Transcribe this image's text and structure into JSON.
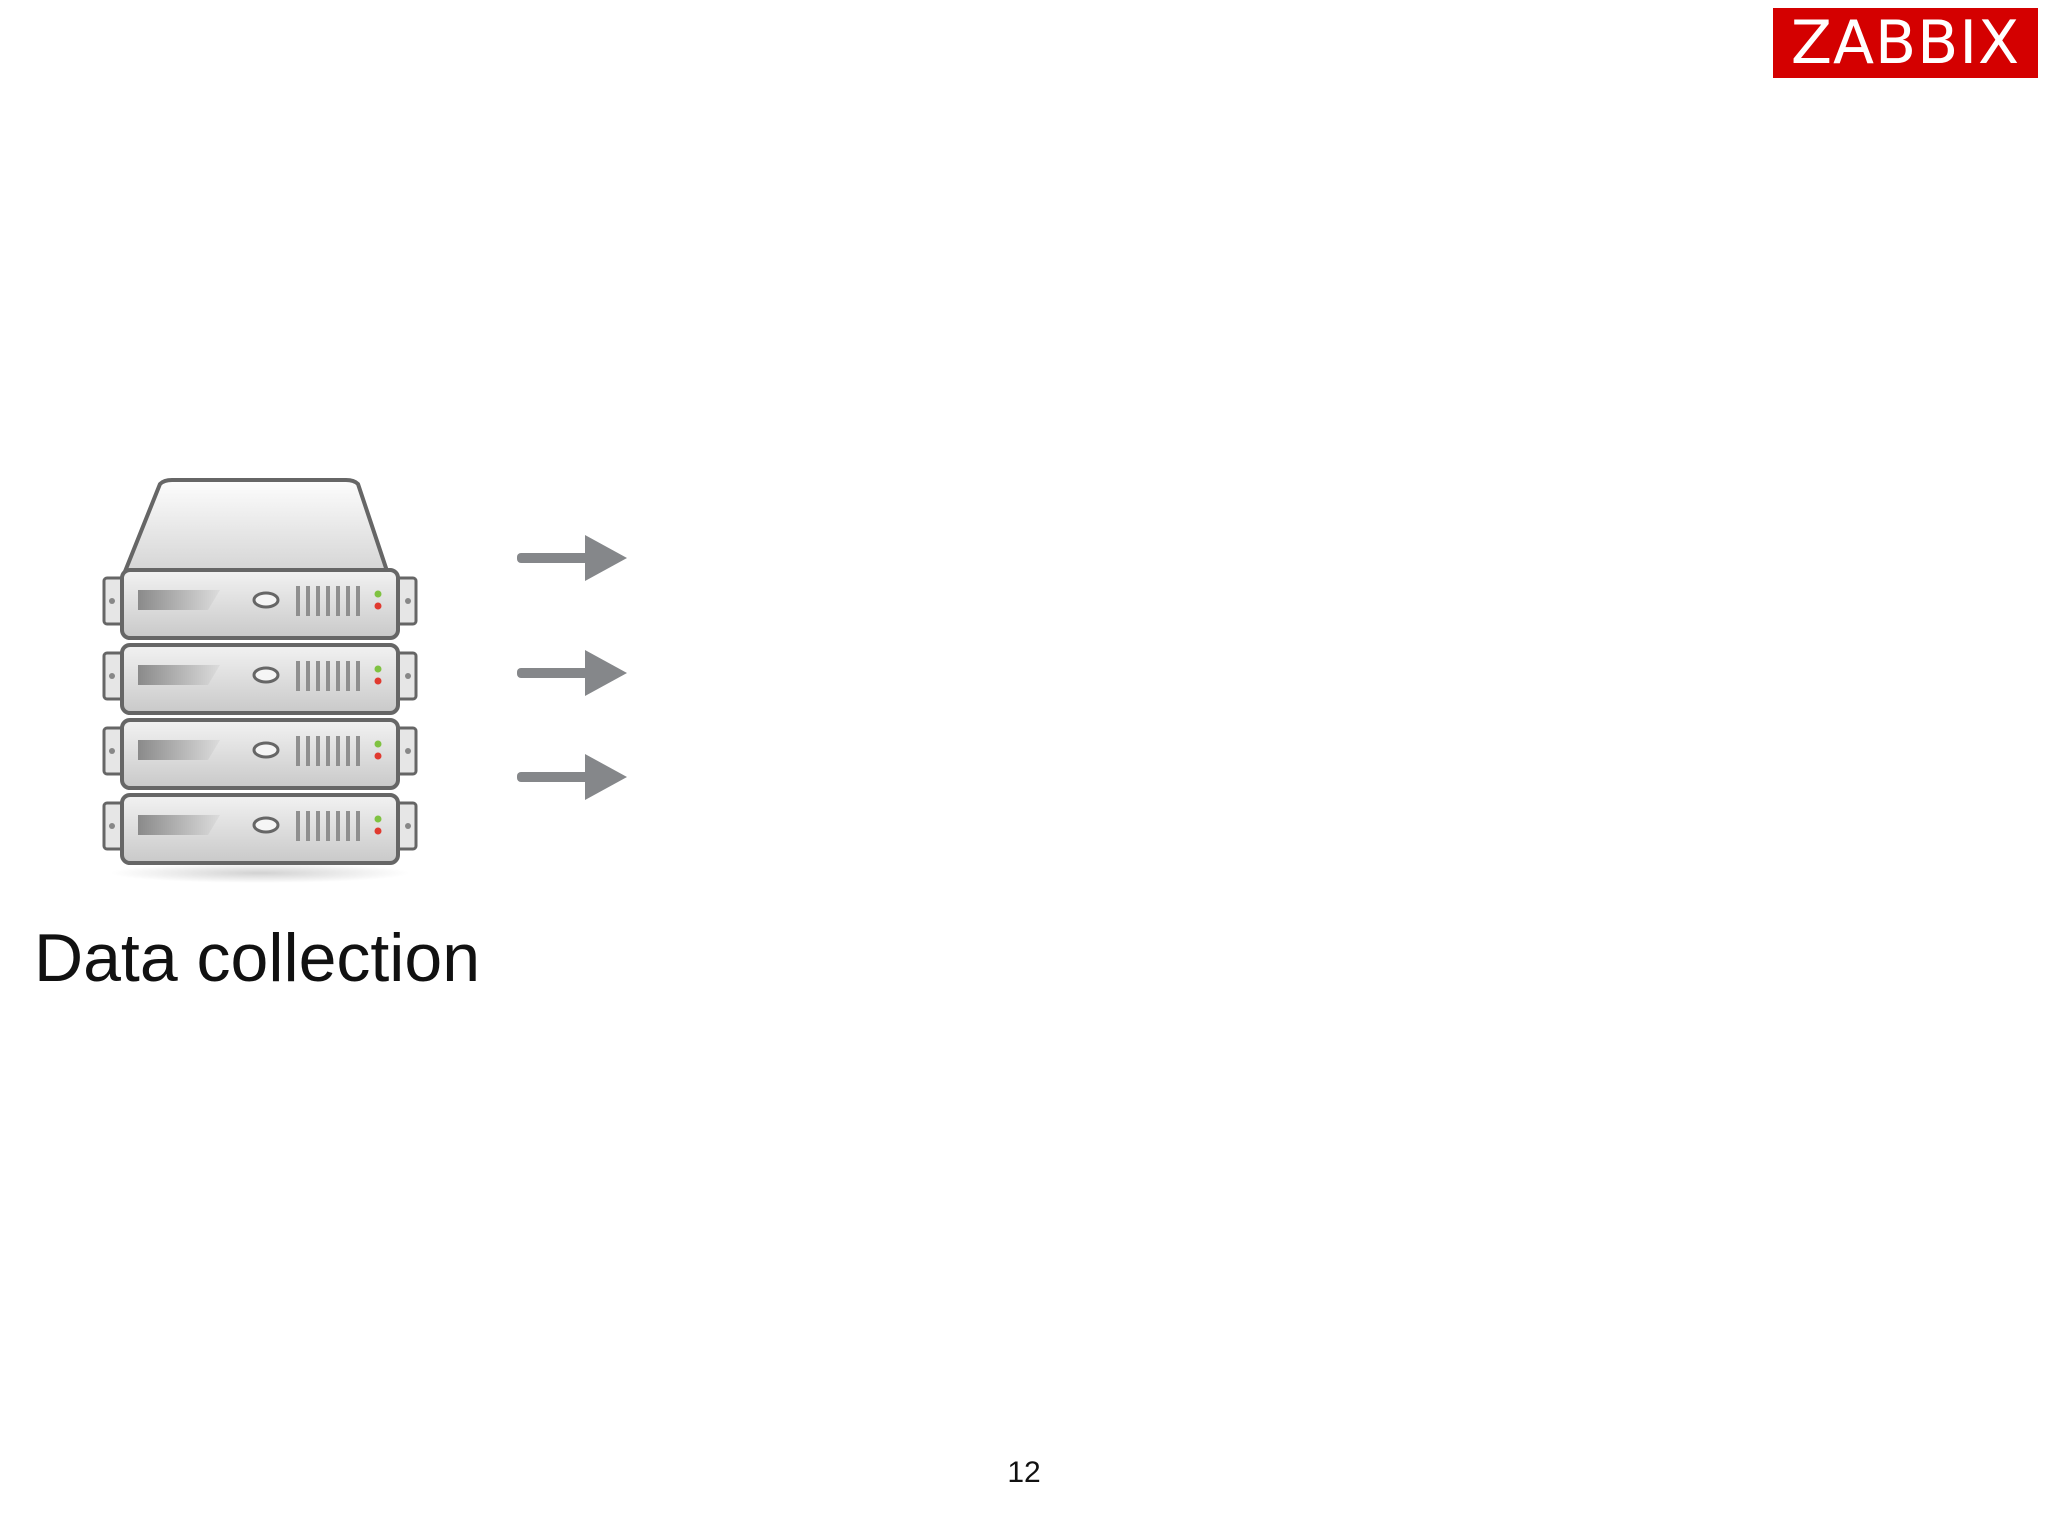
{
  "logo": {
    "text": "ZABBIX",
    "background": "#d40000",
    "color": "#ffffff"
  },
  "diagram": {
    "icon": "server-rack-icon",
    "caption": "Data collection",
    "arrow_icon": "arrow-right-icon",
    "arrow_color": "#85878a",
    "arrow_count": 3,
    "server_units": 4,
    "led_colors": [
      "#7fc241",
      "#e03a2f"
    ]
  },
  "footer": {
    "page_number": "12"
  }
}
